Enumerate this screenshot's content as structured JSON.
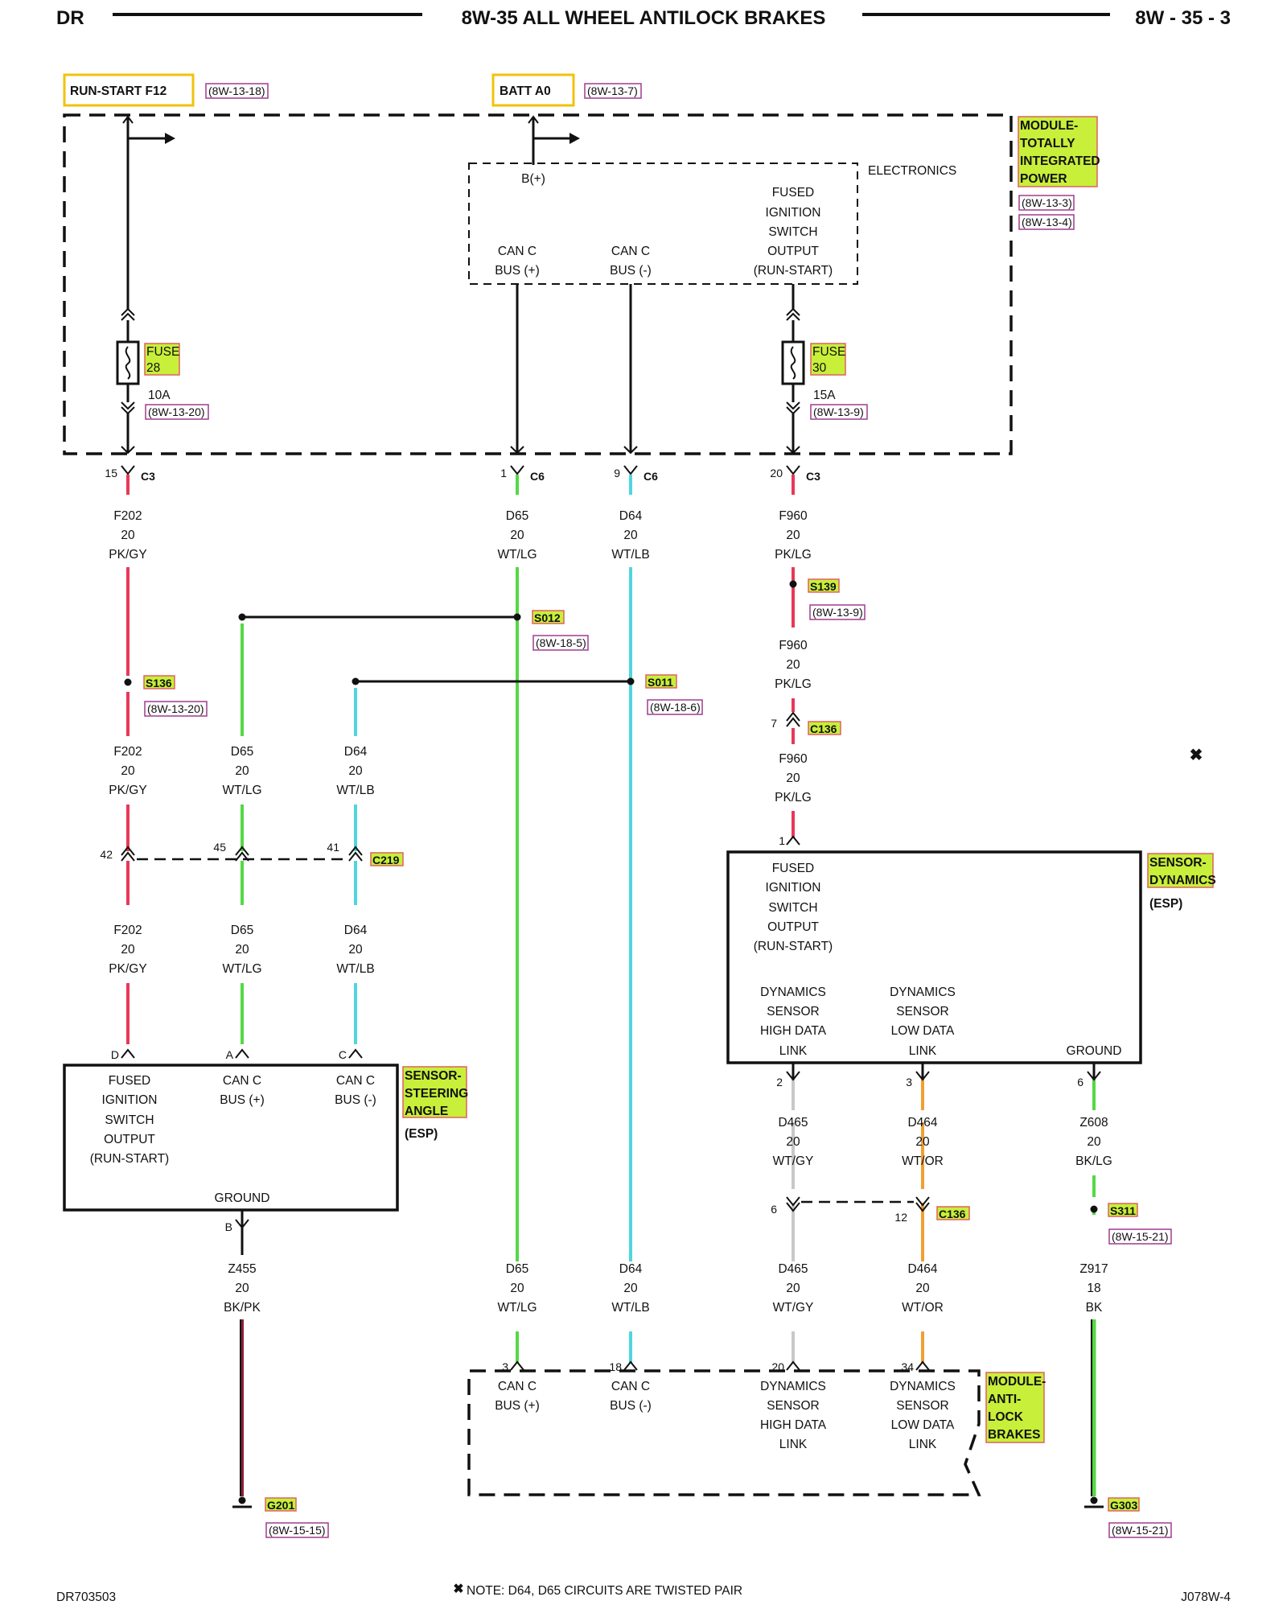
{
  "header": {
    "left": "DR",
    "title": "8W-35 ALL WHEEL ANTILOCK BRAKES",
    "right": "8W - 35 - 3"
  },
  "footer": {
    "left": "DR703503",
    "note": "NOTE: D64, D65  CIRCUITS ARE TWISTED PAIR",
    "note_marker": "✖",
    "right": "J078W-4"
  },
  "sources": {
    "run_start": {
      "label": "RUN-START F12",
      "ref": "(8W-13-18)"
    },
    "batt": {
      "label": "BATT A0",
      "ref": "(8W-13-7)"
    }
  },
  "tipm": {
    "name": [
      "MODULE-",
      "TOTALLY",
      "INTEGRATED",
      "POWER"
    ],
    "refs": [
      "(8W-13-3)",
      "(8W-13-4)"
    ],
    "electronics": "ELECTRONICS",
    "bplus": "B(+)",
    "fused_output": [
      "FUSED",
      "IGNITION",
      "SWITCH",
      "OUTPUT",
      "(RUN-START)"
    ],
    "can_plus": [
      "CAN C",
      "BUS (+)"
    ],
    "can_minus": [
      "CAN C",
      "BUS (-)"
    ],
    "fuse28": {
      "name": [
        "FUSE",
        "28"
      ],
      "rating": "10A",
      "ref": "(8W-13-20)"
    },
    "fuse30": {
      "name": [
        "FUSE",
        "30"
      ],
      "rating": "15A",
      "ref": "(8W-13-9)"
    }
  },
  "connectors": {
    "c3_15": {
      "pin": "15",
      "name": "C3"
    },
    "c6_1": {
      "pin": "1",
      "name": "C6"
    },
    "c6_9": {
      "pin": "9",
      "name": "C6"
    },
    "c3_20": {
      "pin": "20",
      "name": "C3"
    },
    "c136_7": {
      "pin": "7",
      "name": "C136"
    },
    "c219": {
      "pins": [
        "42",
        "45",
        "41"
      ],
      "name": "C219"
    },
    "c136_b": {
      "pins": [
        "6",
        "12"
      ],
      "name": "C136"
    }
  },
  "splices": {
    "s012": {
      "name": "S012",
      "ref": "(8W-18-5)"
    },
    "s011": {
      "name": "S011",
      "ref": "(8W-18-6)"
    },
    "s136": {
      "name": "S136",
      "ref": "(8W-13-20)"
    },
    "s139": {
      "name": "S139",
      "ref": "(8W-13-9)"
    },
    "s311": {
      "name": "S311",
      "ref": "(8W-15-21)"
    }
  },
  "wires": {
    "f202_a": [
      "F202",
      "20",
      "PK/GY"
    ],
    "d65_a": [
      "D65",
      "20",
      "WT/LG"
    ],
    "d64_a": [
      "D64",
      "20",
      "WT/LB"
    ],
    "f960_a": [
      "F960",
      "20",
      "PK/LG"
    ],
    "f960_b": [
      "F960",
      "20",
      "PK/LG"
    ],
    "f960_c": [
      "F960",
      "20",
      "PK/LG"
    ],
    "f202_b": [
      "F202",
      "20",
      "PK/GY"
    ],
    "d65_b": [
      "D65",
      "20",
      "WT/LG"
    ],
    "d64_b": [
      "D64",
      "20",
      "WT/LB"
    ],
    "f202_c": [
      "F202",
      "20",
      "PK/GY"
    ],
    "d65_c": [
      "D65",
      "20",
      "WT/LG"
    ],
    "d64_c": [
      "D64",
      "20",
      "WT/LB"
    ],
    "d465_a": [
      "D465",
      "20",
      "WT/GY"
    ],
    "d464_a": [
      "D464",
      "20",
      "WT/OR"
    ],
    "z608": [
      "Z608",
      "20",
      "BK/LG"
    ],
    "z455": [
      "Z455",
      "20",
      "BK/PK"
    ],
    "d65_d": [
      "D65",
      "20",
      "WT/LG"
    ],
    "d64_d": [
      "D64",
      "20",
      "WT/LB"
    ],
    "d465_b": [
      "D465",
      "20",
      "WT/GY"
    ],
    "d464_b": [
      "D464",
      "20",
      "WT/OR"
    ],
    "z917": [
      "Z917",
      "18",
      "BK"
    ]
  },
  "sas": {
    "name": [
      "SENSOR-",
      "STEERING",
      "ANGLE"
    ],
    "esp": "(ESP)",
    "pin_fused": "D",
    "pin_canp": "A",
    "pin_canm": "C",
    "pin_gnd": "B",
    "fused_output": [
      "FUSED",
      "IGNITION",
      "SWITCH",
      "OUTPUT",
      "(RUN-START)"
    ],
    "can_plus": [
      "CAN C",
      "BUS (+)"
    ],
    "can_minus": [
      "CAN C",
      "BUS (-)"
    ],
    "ground": "GROUND"
  },
  "dyn": {
    "name": [
      "SENSOR-",
      "DYNAMICS"
    ],
    "esp": "(ESP)",
    "pin_fused": "1",
    "pin_high": "2",
    "pin_low": "3",
    "pin_gnd": "6",
    "fused_output": [
      "FUSED",
      "IGNITION",
      "SWITCH",
      "OUTPUT",
      "(RUN-START)"
    ],
    "high": [
      "DYNAMICS",
      "SENSOR",
      "HIGH DATA",
      "LINK"
    ],
    "low": [
      "DYNAMICS",
      "SENSOR",
      "LOW DATA",
      "LINK"
    ],
    "ground": "GROUND"
  },
  "abs": {
    "name": [
      "MODULE-",
      "ANTI-",
      "LOCK",
      "BRAKES"
    ],
    "pin_canp": "3",
    "pin_canm": "18",
    "pin_high": "20",
    "pin_low": "34",
    "can_plus": [
      "CAN C",
      "BUS (+)"
    ],
    "can_minus": [
      "CAN C",
      "BUS (-)"
    ],
    "high": [
      "DYNAMICS",
      "SENSOR",
      "HIGH DATA",
      "LINK"
    ],
    "low": [
      "DYNAMICS",
      "SENSOR",
      "LOW DATA",
      "LINK"
    ]
  },
  "grounds": {
    "g201": {
      "name": "G201",
      "ref": "(8W-15-15)"
    },
    "g303": {
      "name": "G303",
      "ref": "(8W-15-21)"
    }
  },
  "twisted_marker": "✖",
  "colors": {
    "pink": "#e8385a",
    "green": "#55d845",
    "cyan": "#4fd6de",
    "gray": "#c8c8c8",
    "orange": "#f0a033",
    "black": "#111111",
    "label_highlight": "#c8ef3a",
    "source_box": "#f2c20c"
  }
}
